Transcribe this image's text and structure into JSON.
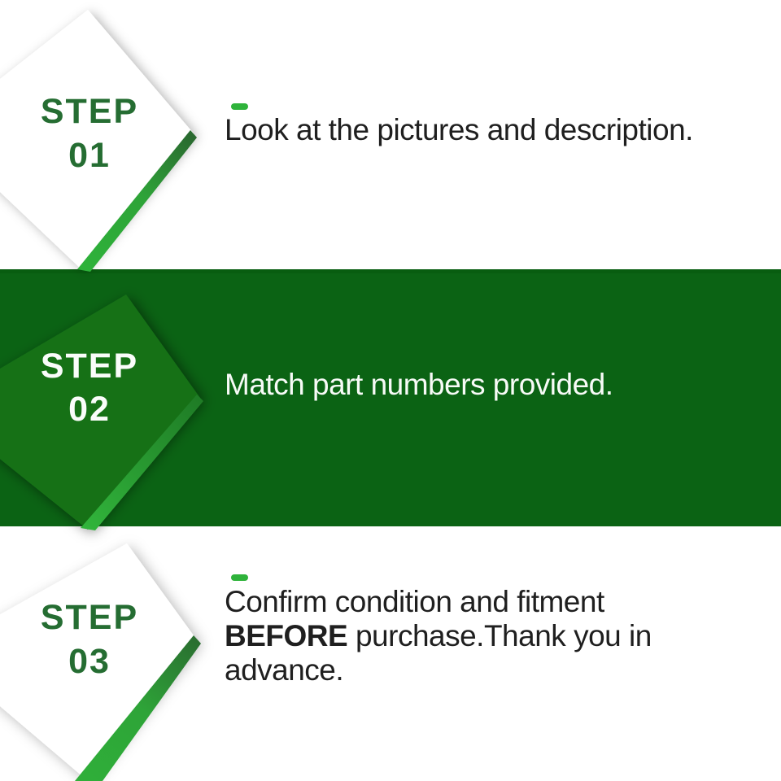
{
  "colors": {
    "band_green": "#0b6314",
    "band_edge_dark": "#075a0e",
    "chevron2_green": "#147119",
    "title_green": "#256d32",
    "bright_green": "#2eb23a",
    "dash_green": "#2fb33b",
    "text_dark": "#1f1f1f",
    "text_on_green": "#f7fbf7",
    "background": "#ffffff"
  },
  "steps": [
    {
      "label": "STEP",
      "number": "01",
      "description": "Look at the pictures and description."
    },
    {
      "label": "STEP",
      "number": "02",
      "description": "Match part numbers provided."
    },
    {
      "label": "STEP",
      "number": "03",
      "description_line1": "Confirm condition and fitment",
      "description_bold": "BEFORE",
      "description_line2_rest": " purchase.Thank you in",
      "description_line3": "advance."
    }
  ]
}
